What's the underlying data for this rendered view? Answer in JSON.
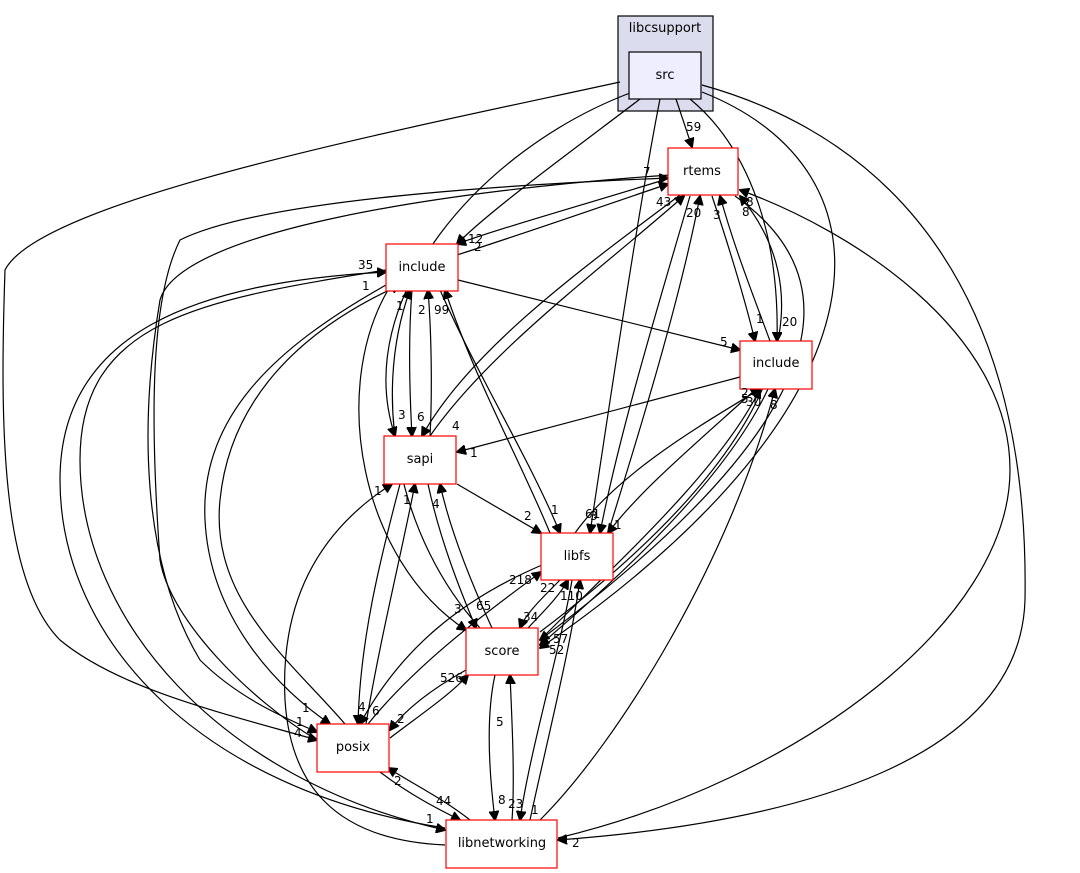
{
  "cluster": {
    "label": "libcsupport"
  },
  "nodes": {
    "src": "src",
    "rtems": "rtems",
    "include_top": "include",
    "include_right": "include",
    "sapi": "sapi",
    "libfs": "libfs",
    "score": "score",
    "posix": "posix",
    "libnetworking": "libnetworking"
  },
  "edge_labels": {
    "src_rtems": "59",
    "rtems_top_7": "7",
    "inc_12": "12",
    "inc_2": "2",
    "inc_35": "35",
    "inc_1_left": "1",
    "inc_1_low": "1",
    "inc_2_low": "2",
    "inc_99": "99",
    "rtems_43": "43",
    "rtems_20": "20",
    "rtems_3": "3",
    "rtems_8a": "8",
    "rtems_8b": "8",
    "inc_r_1": "1",
    "inc_r_20": "20",
    "inc_r_5": "5",
    "inc_r_2": "2",
    "inc_r_5b": "5",
    "inc_r_30": "30",
    "inc_r_8": "8",
    "sapi_3": "3",
    "sapi_6": "6",
    "sapi_4": "4",
    "sapi_1r": "1",
    "sapi_1l": "1",
    "sapi_1b": "1",
    "sapi_4b": "4",
    "libfs_2": "2",
    "libfs_1": "1",
    "libfs_61": "61",
    "libfs_3": "3",
    "libfs_1r": "1",
    "libfs_218": "218",
    "libfs_22": "22",
    "libfs_110": "110",
    "score_3": "3",
    "score_65": "65",
    "score_34": "34",
    "score_57": "57",
    "score_52": "52",
    "score_526": "526",
    "score_5": "5",
    "posix_1": "1",
    "posix_1b": "1",
    "posix_4": "4",
    "posix_4t": "4",
    "posix_6": "6",
    "posix_2": "2",
    "posix_2b": "2",
    "net_44": "44",
    "net_1": "1",
    "net_8": "8",
    "net_23": "23",
    "net_1r": "1",
    "net_2": "2"
  }
}
